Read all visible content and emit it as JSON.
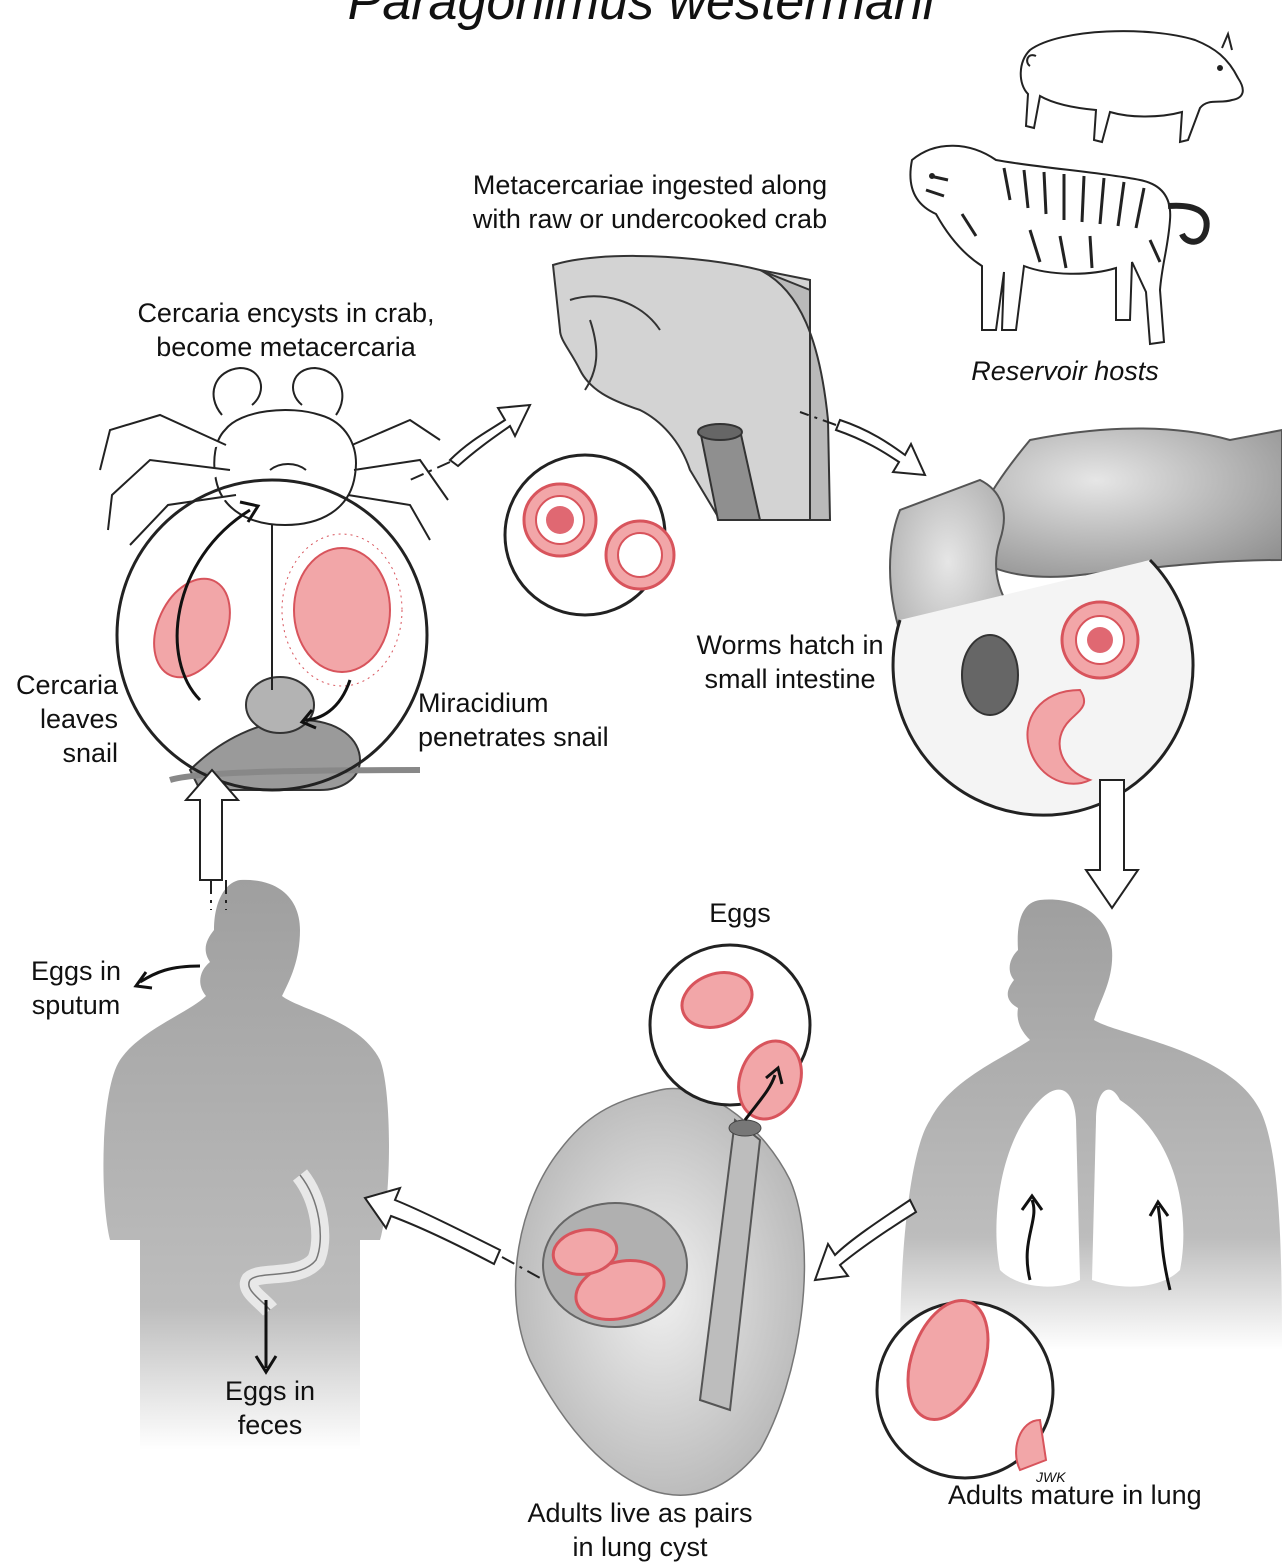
{
  "title": "Paragonimus westermani",
  "labels": {
    "cercaria_encysts": [
      "Cercaria encysts in crab,",
      "become metacercaria"
    ],
    "ingested": [
      "Metacercariae ingested along",
      "with raw or undercooked crab"
    ],
    "reservoir": "Reservoir hosts",
    "worms_hatch": [
      "Worms hatch in",
      "small intestine"
    ],
    "cercaria_leaves": [
      "Cercaria",
      "leaves",
      "snail"
    ],
    "miracidium": [
      "Miracidium",
      "penetrates snail"
    ],
    "eggs": "Eggs",
    "eggs_sputum": [
      "Eggs in",
      "sputum"
    ],
    "eggs_feces": [
      "Eggs in",
      "feces"
    ],
    "adults_pairs": [
      "Adults live as pairs",
      "in lung cyst"
    ],
    "adults_mature": "Adults mature in lung",
    "signature": "JWK"
  },
  "colors": {
    "silhouette": "#a9a9a9",
    "egg_pink": "#f2a6a8",
    "egg_stroke": "#d8545c",
    "tissue_gray": "#c9c9c9",
    "line": "#222222"
  }
}
